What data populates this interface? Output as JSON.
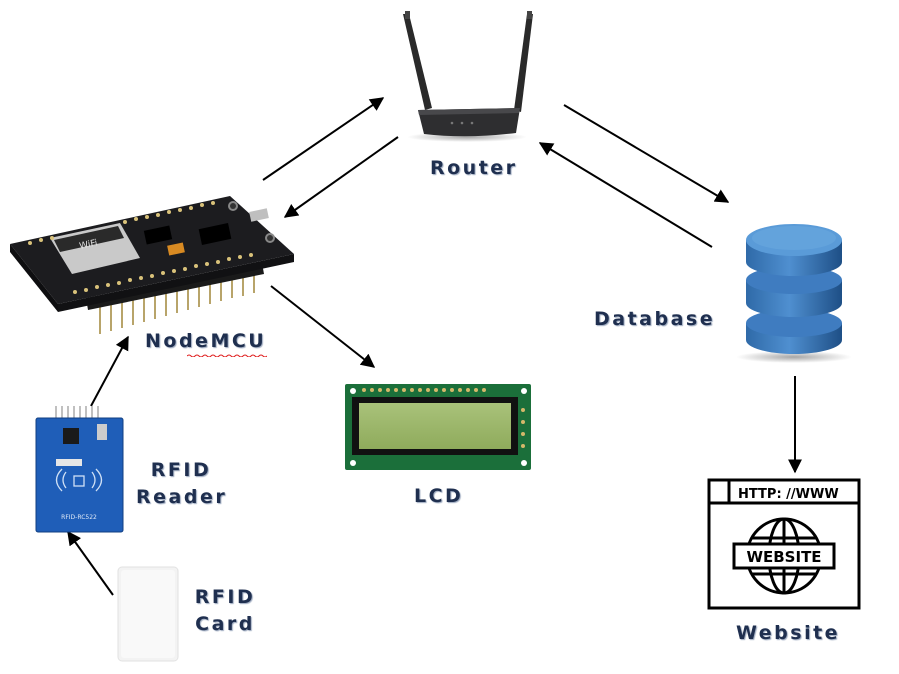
{
  "labels": {
    "router": "Router",
    "nodemcu": "NodeMCU",
    "database": "Database",
    "lcd": "LCD",
    "rfid_reader_line1": "RFID",
    "rfid_reader_line2": "Reader",
    "rfid_card_line1": "RFID",
    "rfid_card_line2": "Card",
    "website": "Website"
  },
  "website_icon": {
    "url_text": "HTTP: //WWW",
    "banner_text": "WEBSITE"
  },
  "board_text": {
    "wifi": "WiFi",
    "rfid_module": "RFID-RC522"
  }
}
